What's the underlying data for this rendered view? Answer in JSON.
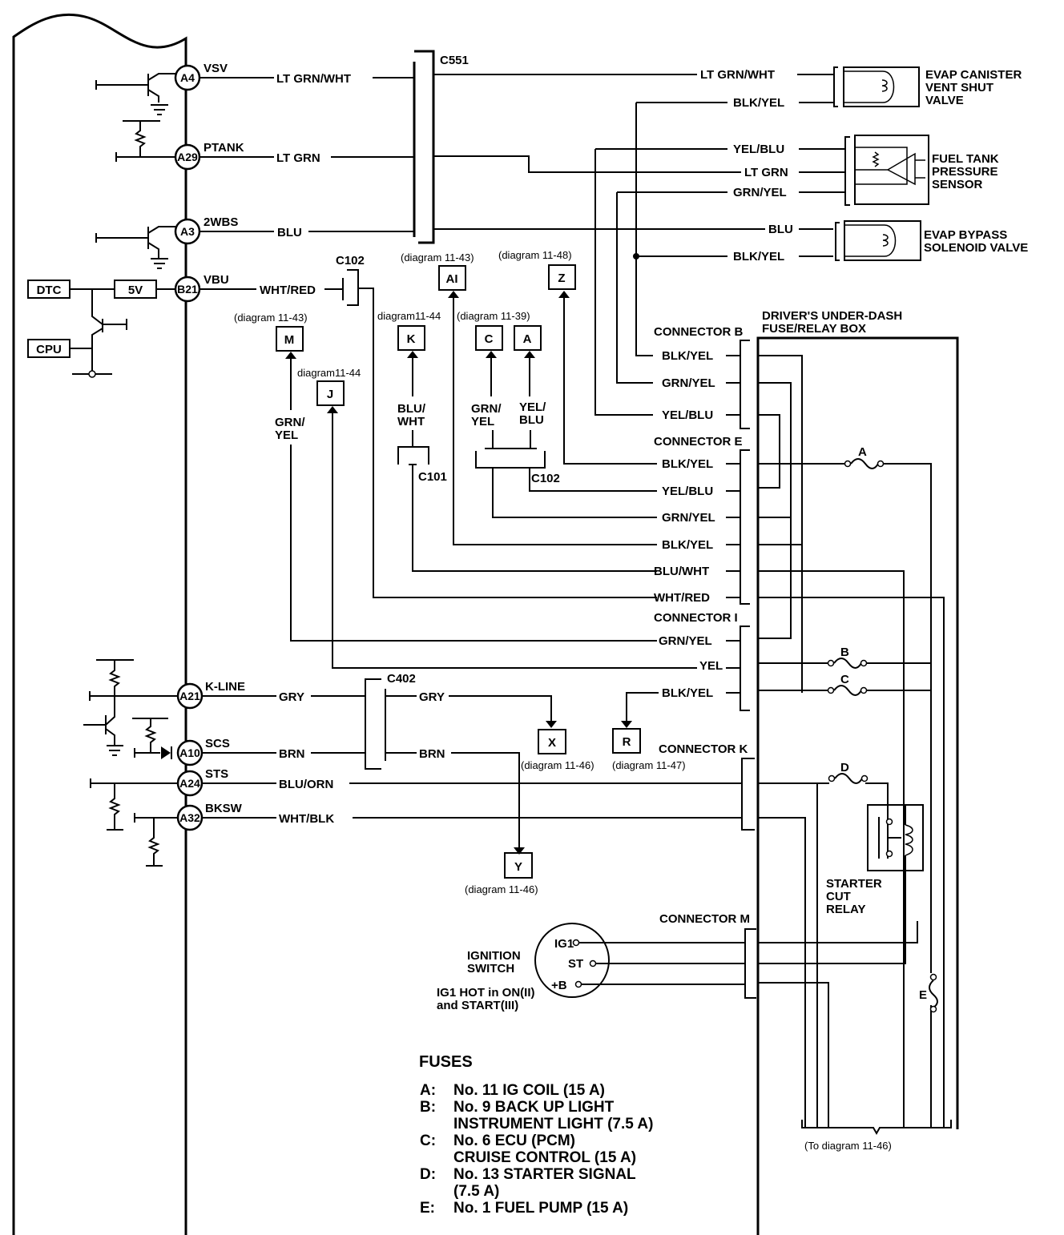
{
  "ecm_pins": [
    {
      "id": "A4",
      "signal": "VSV",
      "wire": "LT GRN/WHT"
    },
    {
      "id": "A29",
      "signal": "PTANK",
      "wire": "LT GRN"
    },
    {
      "id": "A3",
      "signal": "2WBS",
      "wire": "BLU"
    },
    {
      "id": "B21",
      "signal": "VBU",
      "wire": "WHT/RED"
    },
    {
      "id": "A21",
      "signal": "K-LINE",
      "wire": "GRY"
    },
    {
      "id": "A10",
      "signal": "SCS",
      "wire": "BRN"
    },
    {
      "id": "A24",
      "signal": "STS",
      "wire": "BLU/ORN"
    },
    {
      "id": "A32",
      "signal": "BKSW",
      "wire": "WHT/BLK"
    }
  ],
  "ecm_internal": {
    "dtc": "DTC",
    "cpu": "CPU",
    "v5": "5V"
  },
  "connectors": {
    "c551": "C551",
    "c102_top": "C102",
    "c101": "C101",
    "c102_mid": "C102",
    "c402": "C402"
  },
  "c551_right_wires": [
    "LT GRN/WHT",
    "BLK/YEL",
    "YEL/BLU",
    "LT GRN",
    "GRN/YEL",
    "BLU",
    "BLK/YEL"
  ],
  "components": {
    "evap_canister": [
      "EVAP CANISTER",
      "VENT SHUT",
      "VALVE"
    ],
    "fuel_tank_sensor": [
      "FUEL TANK",
      "PRESSURE",
      "SENSOR"
    ],
    "evap_bypass": [
      "EVAP BYPASS",
      "SOLENOID VALVE"
    ],
    "fuse_box": [
      "DRIVER'S UNDER-DASH",
      "FUSE/RELAY BOX"
    ],
    "starter_relay": [
      "STARTER",
      "CUT",
      "RELAY"
    ],
    "ignition_switch": [
      "IGNITION",
      "SWITCH"
    ],
    "ignition_note": [
      "IG1 HOT in ON(II)",
      "and START(III)"
    ],
    "ignition_terminals": [
      "IG1",
      "ST",
      "+B"
    ]
  },
  "refs": [
    {
      "letter": "AI",
      "diagram": "(diagram 11-43)"
    },
    {
      "letter": "Z",
      "diagram": "(diagram 11-48)"
    },
    {
      "letter": "M",
      "diagram": "(diagram 11-43)"
    },
    {
      "letter": "J",
      "diagram": "diagram11-44"
    },
    {
      "letter": "K",
      "diagram": "diagram11-44"
    },
    {
      "letter": "C",
      "diagram": "(diagram 11-39)"
    },
    {
      "letter": "A",
      "diagram": ""
    },
    {
      "letter": "X",
      "diagram": "(diagram 11-46)"
    },
    {
      "letter": "R",
      "diagram": "(diagram 11-47)"
    },
    {
      "letter": "Y",
      "diagram": "(diagram 11-46)"
    }
  ],
  "branch_wires": {
    "m": [
      "GRN/",
      "YEL"
    ],
    "k": [
      "BLU/",
      "WHT"
    ],
    "c": [
      "GRN/",
      "YEL"
    ],
    "a": [
      "YEL/",
      "BLU"
    ],
    "x": "GRY",
    "y": "BRN"
  },
  "connector_b": {
    "label": "CONNECTOR B",
    "wires": [
      "BLK/YEL",
      "GRN/YEL",
      "YEL/BLU"
    ]
  },
  "connector_e": {
    "label": "CONNECTOR E",
    "wires": [
      "BLK/YEL",
      "YEL/BLU",
      "GRN/YEL",
      "BLK/YEL",
      "BLU/WHT",
      "WHT/RED"
    ]
  },
  "connector_i": {
    "label": "CONNECTOR I",
    "wires": [
      "GRN/YEL",
      "YEL",
      "BLK/YEL"
    ]
  },
  "connector_k": {
    "label": "CONNECTOR K"
  },
  "connector_m": {
    "label": "CONNECTOR M"
  },
  "fuse_letters": [
    "A",
    "B",
    "C",
    "D",
    "E"
  ],
  "to_diagram": "(To diagram 11-46)",
  "fuses": {
    "title": "FUSES",
    "rows": [
      {
        "key": "A:",
        "lines": [
          "No. 11 IG COIL (15 A)"
        ]
      },
      {
        "key": "B:",
        "lines": [
          "No. 9 BACK UP LIGHT",
          "INSTRUMENT LIGHT (7.5 A)"
        ]
      },
      {
        "key": "C:",
        "lines": [
          "No. 6 ECU (PCM)",
          "CRUISE CONTROL (15 A)"
        ]
      },
      {
        "key": "D:",
        "lines": [
          "No. 13 STARTER SIGNAL",
          "(7.5 A)"
        ]
      },
      {
        "key": "E:",
        "lines": [
          "No. 1 FUEL PUMP (15 A)"
        ]
      }
    ]
  }
}
